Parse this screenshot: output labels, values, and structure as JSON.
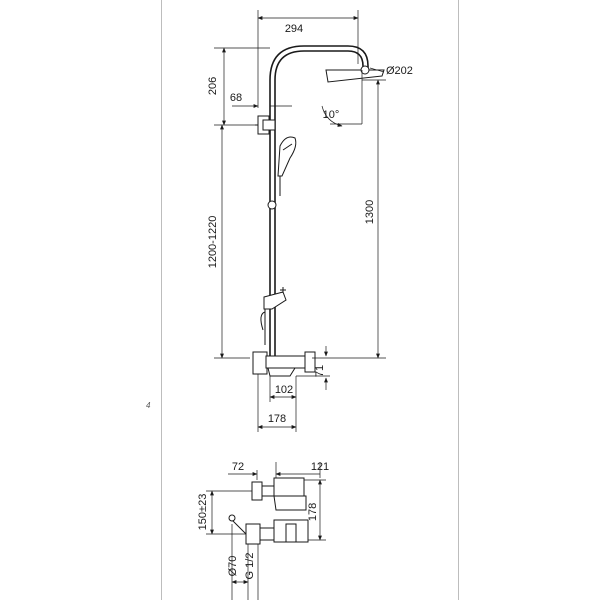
{
  "dimensions": {
    "head_reach": "294",
    "head_diameter": "Ø202",
    "top_height": "206",
    "wall_offset": "68",
    "tilt_angle": "10°",
    "bar_height": "1200-1220",
    "total_height": "1300",
    "spout_drop": "71",
    "spout_reach": "102",
    "mixer_depth": "178"
  },
  "detail": {
    "dim_left": "72",
    "dim_right": "121",
    "dim_vertical_left": "150±23",
    "dim_vertical_right": "178",
    "dim_diameter": "Ø70",
    "dim_thread": "G 1/2"
  },
  "marks": {
    "small_mark": "4"
  }
}
